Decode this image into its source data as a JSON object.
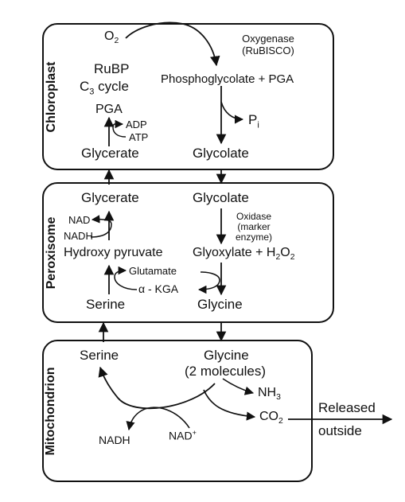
{
  "compartments": {
    "chloroplast": "Chloroplast",
    "peroxisome": "Peroxisome",
    "mitochondrion": "Mitochondrion"
  },
  "chloroplast": {
    "o2": "O",
    "o2_sub": "2",
    "oxygenase_line1": "Oxygenase",
    "oxygenase_line2": "(RuBISCO)",
    "rubp": "RuBP",
    "c3_pre": "C",
    "c3_sub": "3",
    "c3_post": " cycle",
    "phosphoglycolate": "Phosphoglycolate + PGA",
    "pga": "PGA",
    "adp": "ADP",
    "atp": "ATP",
    "pi": "P",
    "pi_sub": "i",
    "glycerate": "Glycerate",
    "glycolate": "Glycolate"
  },
  "peroxisome": {
    "glycerate": "Glycerate",
    "glycolate": "Glycolate",
    "nad": "NAD",
    "nadh": "NADH",
    "oxidase_line1": "Oxidase",
    "oxidase_line2": "(marker",
    "oxidase_line3": "enzyme)",
    "hydroxy_pyruvate": "Hydroxy pyruvate",
    "glyoxylate_pre": "Glyoxylate + H",
    "glyoxylate_sub1": "2",
    "glyoxylate_mid": "O",
    "glyoxylate_sub2": "2",
    "glutamate": "Glutamate",
    "akga": "α - KGA",
    "serine": "Serine",
    "glycine": "Glycine"
  },
  "mitochondrion": {
    "serine": "Serine",
    "glycine": "Glycine",
    "two_molecules": "(2 molecules)",
    "nh3_pre": "NH",
    "nh3_sub": "3",
    "co2_pre": "CO",
    "co2_sub": "2",
    "released_line1": "Released",
    "released_line2": "outside",
    "nadh": "NADH",
    "nad_pre": "NAD",
    "nad_sup": "+"
  }
}
